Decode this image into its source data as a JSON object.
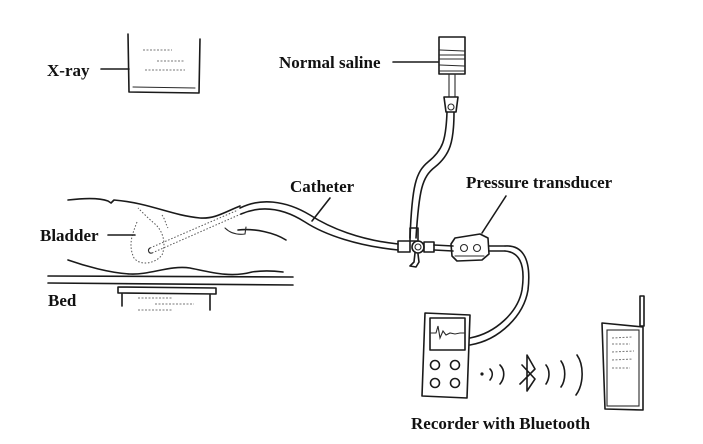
{
  "diagram": {
    "labels": {
      "xray": "X-ray",
      "normal_saline": "Normal saline",
      "catheter": "Catheter",
      "pressure_transducer": "Pressure transducer",
      "bladder": "Bladder",
      "bed": "Bed",
      "recorder": "Recorder with Bluetooth"
    },
    "icons": {
      "bluetooth": "bluetooth-icon",
      "wireless_waves": "wireless-waves-icon"
    }
  }
}
